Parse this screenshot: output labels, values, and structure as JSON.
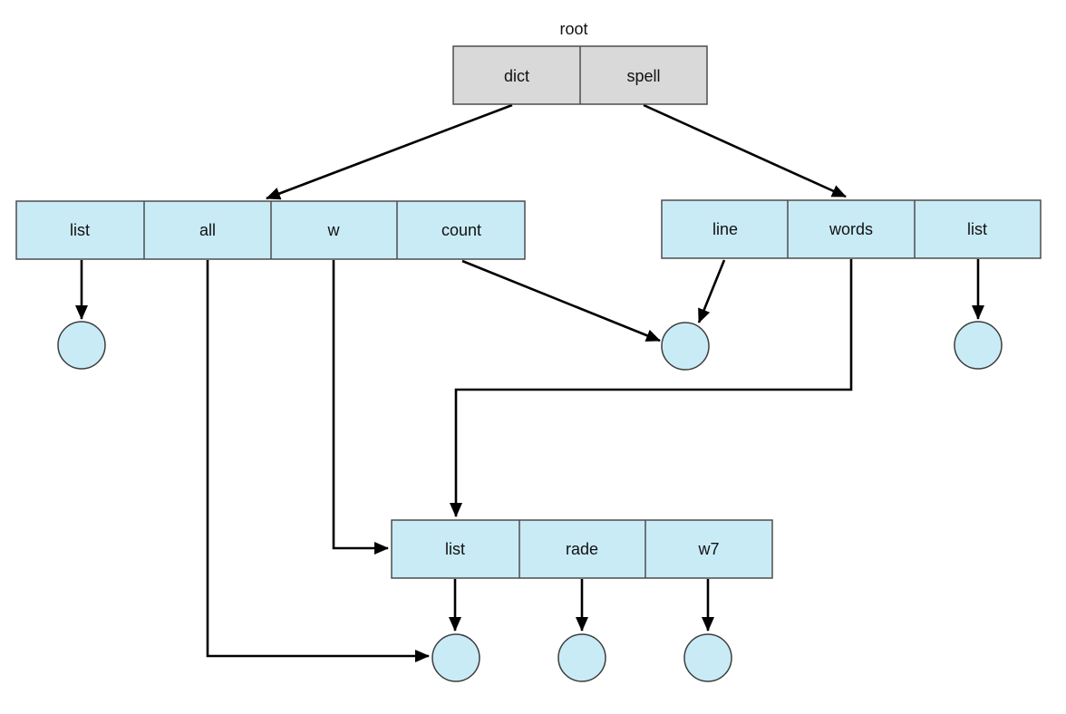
{
  "diagram": {
    "title": "root",
    "colors": {
      "node_fill": "#c9ebf6",
      "root_fill": "#d9d9d9",
      "node_border": "#4d4d4d",
      "edge_color": "#000000",
      "text_color": "#111111",
      "background": "#ffffff"
    },
    "nodes": {
      "root": {
        "label": "root",
        "cells": [
          "dict",
          "spell"
        ]
      },
      "left": {
        "cells": [
          "list",
          "all",
          "w",
          "count"
        ]
      },
      "right": {
        "cells": [
          "line",
          "words",
          "list"
        ]
      },
      "middle": {
        "cells": [
          "list",
          "rade",
          "w7"
        ]
      }
    },
    "edges": [
      {
        "from": "root.dict",
        "to": "left-node"
      },
      {
        "from": "root.spell",
        "to": "right-node.words"
      },
      {
        "from": "left.list",
        "to": "circle-1"
      },
      {
        "from": "left.all",
        "to": "circle-4"
      },
      {
        "from": "left.w",
        "to": "middle-node"
      },
      {
        "from": "left.count",
        "to": "circle-2"
      },
      {
        "from": "right.line",
        "to": "circle-2"
      },
      {
        "from": "right.words",
        "to": "middle-node.list"
      },
      {
        "from": "right.list",
        "to": "circle-3"
      },
      {
        "from": "middle.list",
        "to": "circle-4"
      },
      {
        "from": "middle.rade",
        "to": "circle-5"
      },
      {
        "from": "middle.w7",
        "to": "circle-6"
      }
    ]
  }
}
